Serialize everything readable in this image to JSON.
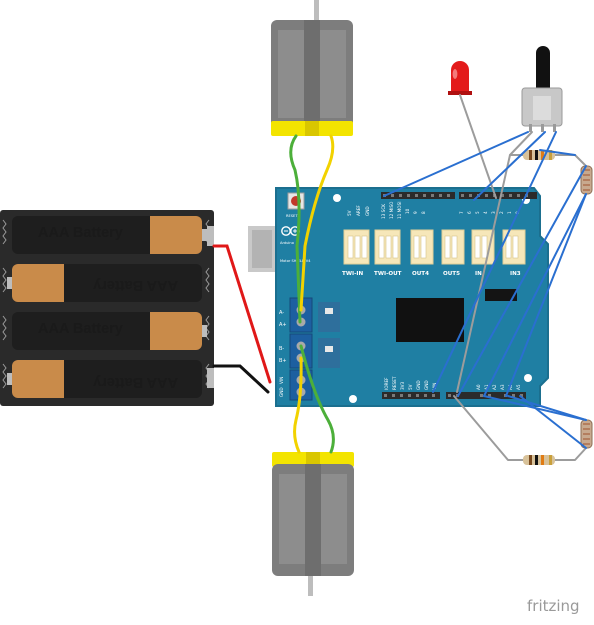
{
  "battery": {
    "cells": [
      "AAA Battery",
      "AAA Battery",
      "AAA Battery",
      "AAA Battery"
    ]
  },
  "shield": {
    "reset_label": "RESET",
    "logo_text": "Arduino",
    "board_name": "Motor SHIELD V4",
    "connectors": [
      "TWI-IN",
      "TWI-OUT",
      "OUT4",
      "OUT5",
      "IN",
      "IN3"
    ],
    "top_pin_labels": [
      "5V",
      "AREF",
      "GND",
      "13 SCK",
      "12 MISO",
      "11 MOSI",
      "10",
      "9",
      "8",
      "7",
      "6",
      "5",
      "4",
      "3",
      "2",
      "1",
      "0"
    ],
    "bottom_pin_labels": [
      "IOREF",
      "RESET",
      "3V3",
      "5V",
      "GND",
      "GND",
      "VIN",
      "A0",
      "A1",
      "A2",
      "A3",
      "A4",
      "A5"
    ],
    "side_labels": [
      "A-",
      "A+",
      "B-",
      "B+"
    ],
    "power_labels": [
      "VIN",
      "GND"
    ]
  },
  "watermark": "fritzing",
  "colors": {
    "board": "#1f7fa3",
    "board_edge": "#1b6f8f",
    "motor_body": "#7d7d7d",
    "motor_cap": "#f3e400",
    "battery_cell": "#1e1e1e",
    "battery_cap": "#c98b4a",
    "wire_red": "#e01818",
    "wire_black": "#111111",
    "wire_yellow": "#f2d200",
    "wire_green": "#4caf3a",
    "wire_blue": "#2a6fd0",
    "wire_gray": "#9c9c9c",
    "led_red": "#e31b1b"
  },
  "icons": [
    "arduino-logo-icon",
    "reset-button-icon",
    "dc-motor-icon",
    "potentiometer-icon",
    "led-icon",
    "photoresistor-icon",
    "resistor-icon"
  ]
}
